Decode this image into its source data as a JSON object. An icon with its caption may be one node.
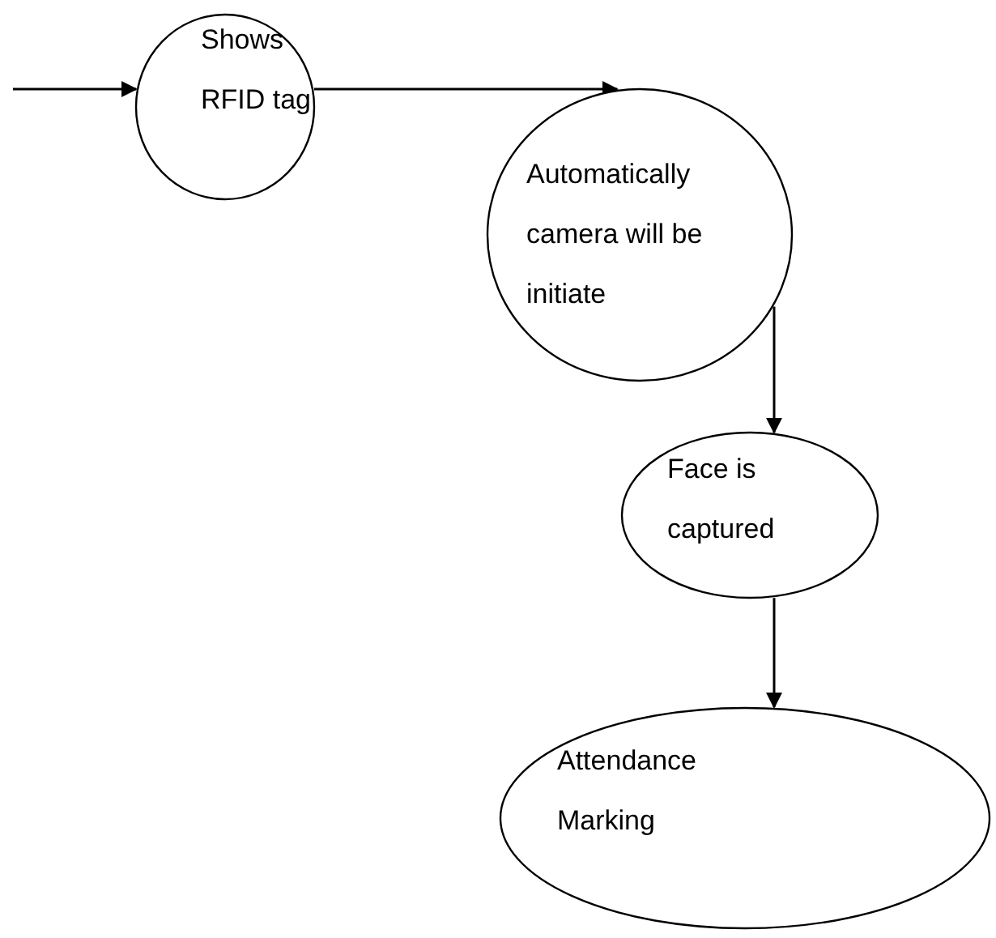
{
  "diagram": {
    "nodes": [
      {
        "text": [
          "Shows RFID tag"
        ]
      },
      {
        "text": [
          "Automatically camera will be initiate"
        ]
      },
      {
        "text": [
          "Face is captured"
        ]
      },
      {
        "text": [
          "Attendance Marking"
        ]
      }
    ],
    "edges": [
      {
        "from": null,
        "to": 0,
        "arrow": "to"
      },
      {
        "from": 0,
        "to": 1,
        "arrow": "to"
      },
      {
        "from": 1,
        "to": 2,
        "arrow": "to"
      },
      {
        "from": 2,
        "to": 3,
        "arrow": "to"
      }
    ]
  }
}
